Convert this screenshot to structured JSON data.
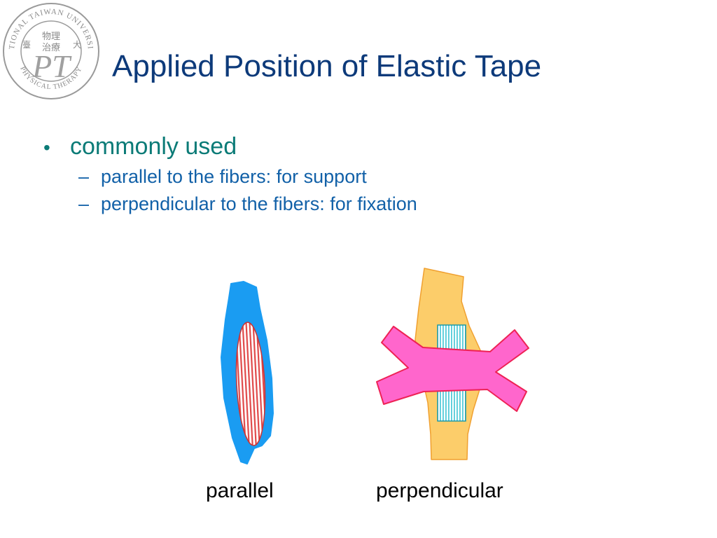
{
  "logo": {
    "ring_text_top": "NATIONAL TAIWAN UNIVERSITY",
    "ring_text_bottom": "PHYSICAL THERAPY",
    "monogram": "PT",
    "chinese_left": "臺",
    "chinese_right": "大",
    "chinese_top": "物理",
    "chinese_mid": "治療"
  },
  "title": "Applied Position of Elastic Tape",
  "bullets": [
    {
      "text": "commonly used",
      "subitems": [
        "parallel to the fibers: for support",
        "perpendicular to the fibers: for fixation"
      ]
    }
  ],
  "bullet_symbol": "•",
  "sub_bullet_symbol": "–",
  "captions": {
    "parallel": "parallel",
    "perpendicular": "perpendicular"
  },
  "colors": {
    "title": "#0d3a7a",
    "bullet": "#0b7b77",
    "subbullet": "#1261a8",
    "tape_blue": "#1a9cf2",
    "muscle_red": "#e04848",
    "limb_orange": "#fccd6a",
    "tape_pink": "#ff66cc",
    "muscle_cyan": "#6fdbe6"
  },
  "icons": {
    "logo": "ntu-pt-seal-icon"
  }
}
